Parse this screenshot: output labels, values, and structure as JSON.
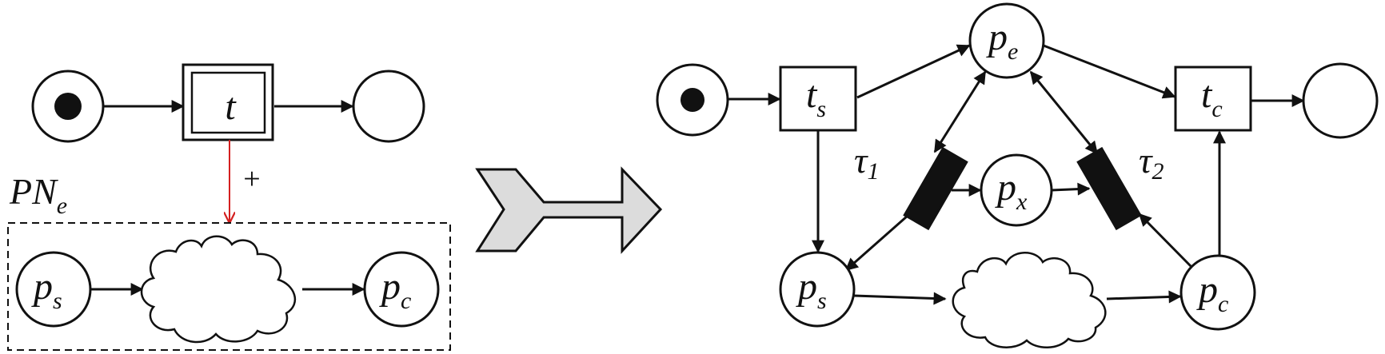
{
  "left": {
    "net_label": {
      "main": "PN",
      "sub": "e"
    },
    "transition_label": "t",
    "plus_label": "+",
    "place_s": {
      "main": "p",
      "sub": "s"
    },
    "place_c": {
      "main": "p",
      "sub": "c"
    }
  },
  "right": {
    "ts": {
      "main": "t",
      "sub": "s"
    },
    "tc": {
      "main": "t",
      "sub": "c"
    },
    "pe": {
      "main": "p",
      "sub": "e"
    },
    "px": {
      "main": "p",
      "sub": "x"
    },
    "ps": {
      "main": "p",
      "sub": "s"
    },
    "pc": {
      "main": "p",
      "sub": "c"
    },
    "tau1": {
      "main": "τ",
      "sub": "1"
    },
    "tau2": {
      "main": "τ",
      "sub": "2"
    }
  },
  "colors": {
    "stroke": "#111111",
    "fill_light": "#ffffff",
    "token": "#111111",
    "refinement_arrow": "#d42020",
    "chevron_fill": "#dcdcdc"
  }
}
